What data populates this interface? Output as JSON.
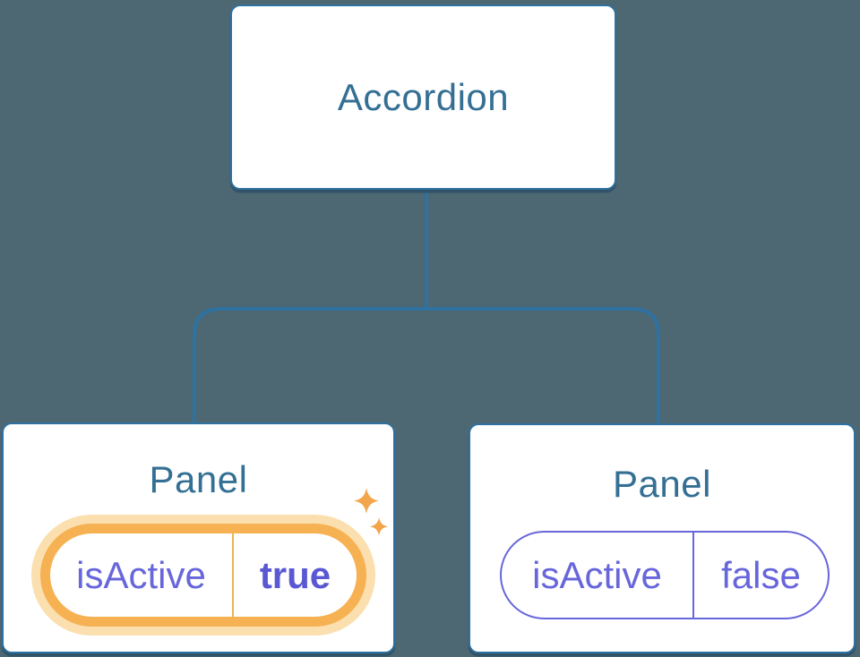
{
  "diagram": {
    "root": {
      "label": "Accordion"
    },
    "panels": [
      {
        "title": "Panel",
        "prop": "isActive",
        "value": "true",
        "highlighted": true
      },
      {
        "title": "Panel",
        "prop": "isActive",
        "value": "false",
        "highlighted": false
      }
    ]
  },
  "icons": {
    "sparkle_icon": "four-point-star"
  },
  "colors": {
    "background": "#4D6873",
    "connector_blue": "#2F71A0",
    "heading_blue": "#346F94",
    "state_purple": "#6766DB",
    "state_purple_bold": "#5A59D3",
    "highlight_orange": "#F6B152",
    "highlight_halo": "#FBDFAF",
    "sparkle_orange": "#F2A54B",
    "card_background": "#FFFFFF"
  }
}
